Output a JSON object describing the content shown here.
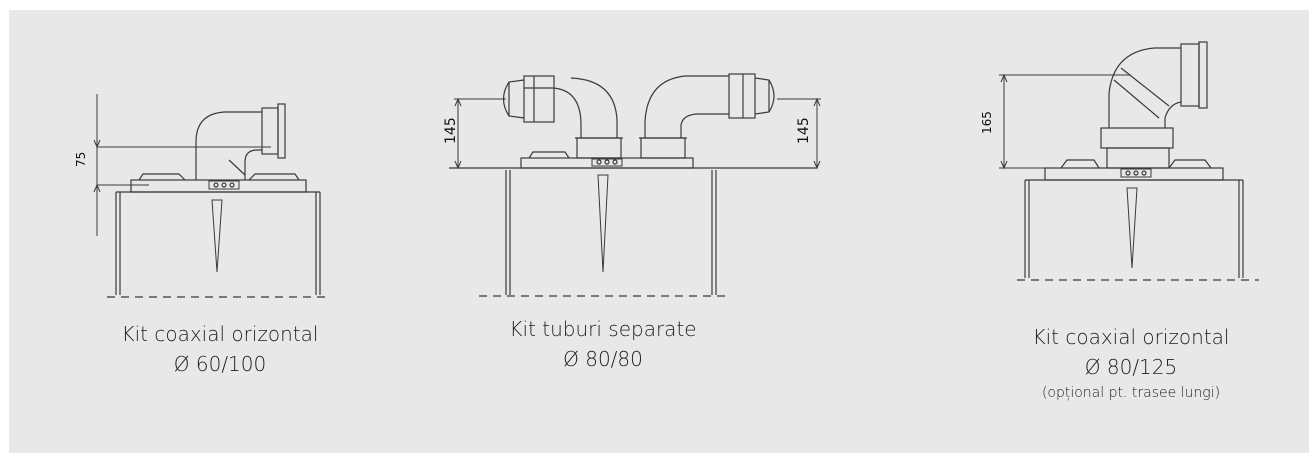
{
  "colors": {
    "background": "#e8e8e8",
    "line": "#3a3a3a",
    "text": "#1e1e1e"
  },
  "kits": [
    {
      "title": "Kit coaxial orizontal",
      "diameter": "Ø 60/100",
      "dimension": "75",
      "note": ""
    },
    {
      "title": "Kit tuburi separate",
      "diameter": "Ø 80/80",
      "dimension_left": "145",
      "dimension_right": "145",
      "note": ""
    },
    {
      "title": "Kit coaxial orizontal",
      "diameter": "Ø 80/125",
      "dimension": "165",
      "note": "(opțional pt. trasee lungi)"
    }
  ]
}
